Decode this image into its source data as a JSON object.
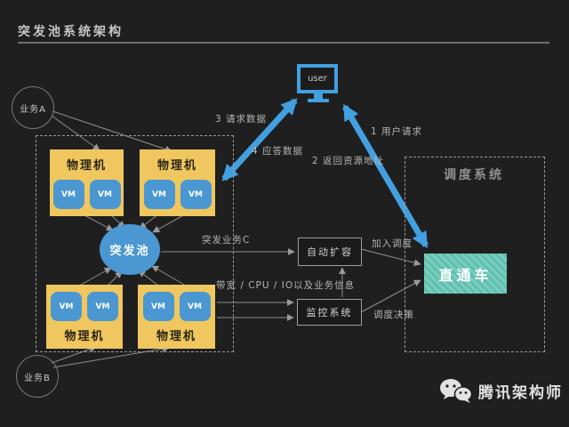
{
  "title": "突发池系统架构",
  "actors": {
    "user": "user",
    "business_a": "业务A",
    "business_b": "业务B"
  },
  "burst_pool_group": {
    "pool": "突发池",
    "physical_machine": "物理机",
    "vm": "VM"
  },
  "middle": {
    "auto_scale": "自动扩容",
    "monitor": "监控系统"
  },
  "scheduling": {
    "group": "调度系统",
    "through_train": "直通车"
  },
  "edge_labels": {
    "user_request": "1 用户请求",
    "return_resource": "2 返回资源地址",
    "request_data": "3 请求数据",
    "response_data": "4 应答数据",
    "burst_business_c": "突发业务C",
    "join_scheduling": "加入调度",
    "metrics_info": "带宽 / CPU / IO以及业务信息",
    "scheduling_decision": "调度决策"
  },
  "footer": {
    "brand": "腾讯架构师"
  },
  "colors": {
    "bg": "#1f1f1f",
    "accent_blue": "#42a0e0",
    "vm_blue": "#4a97d2",
    "machine_yellow": "#efc75e",
    "train_teal": "#67c2b2",
    "line_gray": "#8f8f8f"
  }
}
